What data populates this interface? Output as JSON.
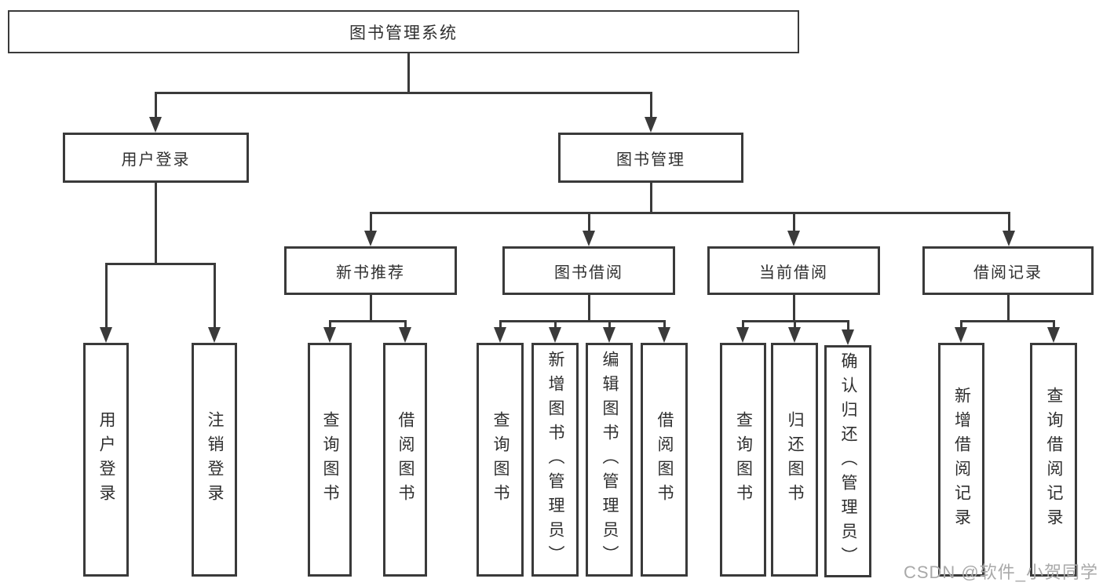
{
  "diagram": {
    "title": "图书管理系统",
    "nodes": {
      "root": "图书管理系统",
      "user_login": "用户登录",
      "book_mgmt": "图书管理",
      "leaf_user_login": "用户登录",
      "leaf_logout": "注销登录",
      "new_books": "新书推荐",
      "book_borrow": "图书借阅",
      "current_borrow": "当前借阅",
      "borrow_records": "借阅记录",
      "nb_query_books": "查询图书",
      "nb_borrow_books": "借阅图书",
      "bb_query_books": "查询图书",
      "bb_add_books": "新增图书（管理员）",
      "bb_edit_books": "编辑图书（管理员）",
      "bb_borrow_books": "借阅图书",
      "cb_query_books": "查询图书",
      "cb_return_books": "归还图书",
      "cb_confirm_return": "确认归还（管理员）",
      "br_add_record": "新增借阅记录",
      "br_query_record": "查询借阅记录"
    },
    "hierarchy": {
      "图书管理系统": [
        "用户登录",
        "图书管理"
      ],
      "用户登录": [
        "用户登录",
        "注销登录"
      ],
      "图书管理": [
        "新书推荐",
        "图书借阅",
        "当前借阅",
        "借阅记录"
      ],
      "新书推荐": [
        "查询图书",
        "借阅图书"
      ],
      "图书借阅": [
        "查询图书",
        "新增图书（管理员）",
        "编辑图书（管理员）",
        "借阅图书"
      ],
      "当前借阅": [
        "查询图书",
        "归还图书",
        "确认归还（管理员）"
      ],
      "借阅记录": [
        "新增借阅记录",
        "查询借阅记录"
      ]
    },
    "colors": {
      "line": "#3a3a3a",
      "text": "#2f2f2f",
      "background": "#ffffff",
      "watermark": "#a9a9a9"
    }
  },
  "watermark": {
    "text": "CSDN @软件_小贺同学"
  }
}
